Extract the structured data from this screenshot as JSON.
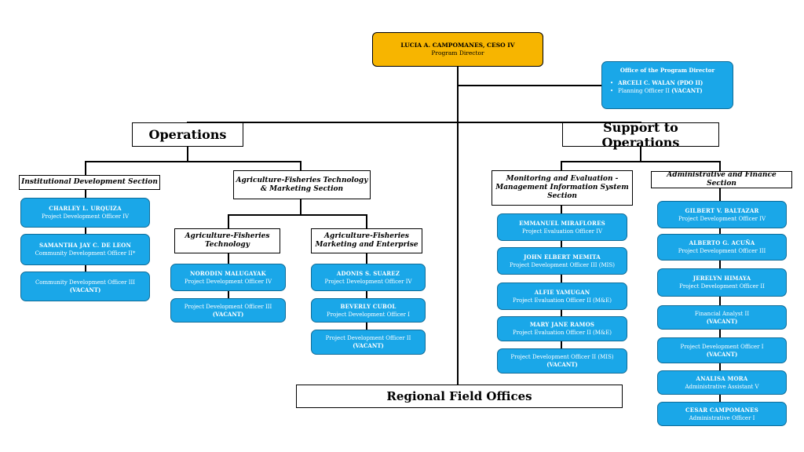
{
  "top": {
    "name": "LUCIA A. CAMPOMANES, CESO IV",
    "title": "Program Director"
  },
  "opd": {
    "heading": "Office of the Program Director",
    "item1": "ARCELI C. WALAN (PDO II)",
    "item2_text": "Planning Officer II ",
    "item2_bold": "(VACANT)",
    "bullet": "•"
  },
  "operations": "Operations",
  "support": "Support to Operations",
  "regional": "Regional Field Offices",
  "sections": {
    "ids": "Institutional Development Section",
    "aftm": "Agriculture-Fisheries Technology & Marketing Section",
    "aft": "Agriculture-Fisheries Technology",
    "afme": "Agriculture-Fisheries Marketing and Enterprise",
    "meis": "Monitoring and Evaluation - Management Information System Section",
    "afs": "Administrative and Finance Section"
  },
  "ids_staff": [
    {
      "name": "CHARLEY L. URQUIZA",
      "title": "Project Development Officer IV"
    },
    {
      "name": "SAMANTHA JAY C. DE LEON",
      "title": "Community Development Officer II*"
    },
    {
      "title": "Community Development Officer III",
      "vacant": "(VACANT)"
    }
  ],
  "aft_staff": [
    {
      "name": "NORODIN MALUGAYAK",
      "title": "Project Development Officer IV"
    },
    {
      "title": "Project Development Officer III",
      "vacant": "(VACANT)"
    }
  ],
  "afme_staff": [
    {
      "name": "ADONIS S. SUAREZ",
      "title": "Project Development Officer IV"
    },
    {
      "name": "BEVERLY CUBOL",
      "title": "Project Development Officer I"
    },
    {
      "title": "Project Development Officer II",
      "vacant": "(VACANT)"
    }
  ],
  "meis_staff": [
    {
      "name": "EMMANUEL MIRAFLORES",
      "title": "Project Evaluation Officer IV"
    },
    {
      "name": "JOHN ELBERT MEMITA",
      "title": "Project Development Officer III (MIS)"
    },
    {
      "name": "ALFIE YAMUGAN",
      "title": "Project Evaluation Officer II (M&E)"
    },
    {
      "name": "MARY JANE RAMOS",
      "title": "Project Evaluation Officer II (M&E)"
    },
    {
      "title": "Project Development Officer II (MIS)",
      "vacant": "(VACANT)"
    }
  ],
  "afs_staff": [
    {
      "name": "GILBERT V. BALTAZAR",
      "title": "Project Development Officer IV"
    },
    {
      "name": "ALBERTO G. ACUÑA",
      "title": "Project Development Officer III"
    },
    {
      "name": "JERELYN HIMAYA",
      "title": "Project Development Officer II"
    },
    {
      "title": "Financial Analyst II",
      "vacant": "(VACANT)"
    },
    {
      "title": "Project Development Officer I",
      "vacant": "(VACANT)"
    },
    {
      "name": "ANALISA MORA",
      "title": "Administrative Assistant V"
    },
    {
      "name": "CESAR CAMPOMANES",
      "title": "Administrative Officer I"
    }
  ]
}
